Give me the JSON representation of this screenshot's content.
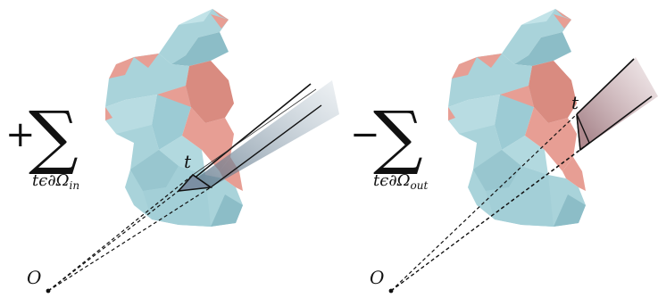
{
  "left_panel": {
    "sign": "+",
    "sigma": "∑",
    "subscript_main": "t",
    "subscript_rel": "ϵ∂Ω",
    "subscript_sub": "in",
    "triangle_label": "t",
    "origin_label": "O"
  },
  "right_panel": {
    "sign": "−",
    "sigma": "∑",
    "subscript_main": "t",
    "subscript_rel": "ϵ∂Ω",
    "subscript_sub": "out",
    "triangle_label": "t",
    "origin_label": "O"
  },
  "colors": {
    "mesh_blue": "#a9d3da",
    "mesh_blue_dark": "#8cbdc7",
    "mesh_salmon": "#e79e94",
    "mesh_salmon_dark": "#d98b80",
    "cone_left": "#7b8fa3",
    "cone_right": "#b08a8f"
  }
}
